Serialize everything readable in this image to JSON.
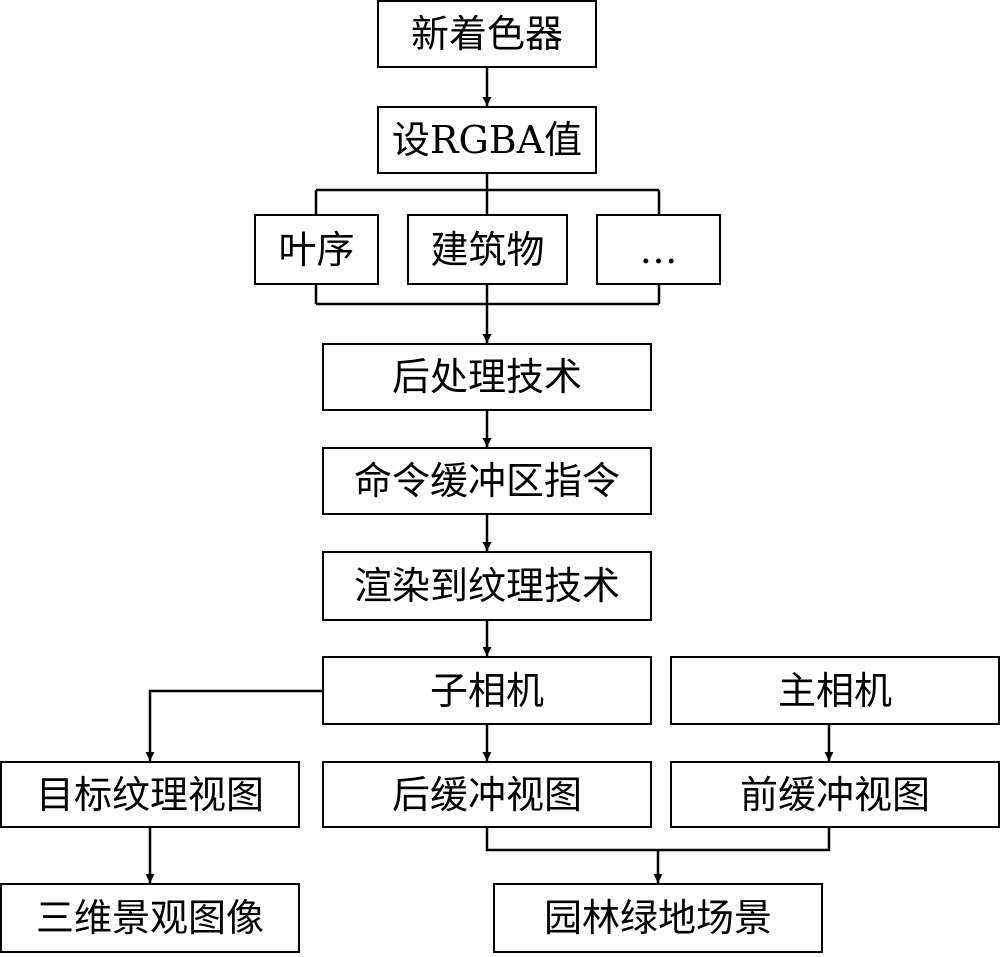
{
  "nodes": {
    "new_shader": "新着色器",
    "set_rgba": "设RGBA值",
    "leaf_seq": "叶序",
    "building": "建筑物",
    "ellipsis": "…",
    "post_processing": "后处理技术",
    "command_buffer": "命令缓冲区指令",
    "render_to_texture": "渲染到纹理技术",
    "sub_camera": "子相机",
    "main_camera": "主相机",
    "target_texture_view": "目标纹理视图",
    "back_buffer_view": "后缓冲视图",
    "front_buffer_view": "前缓冲视图",
    "landscape_3d_image": "三维景观图像",
    "garden_green_scene": "园林绿地场景"
  }
}
